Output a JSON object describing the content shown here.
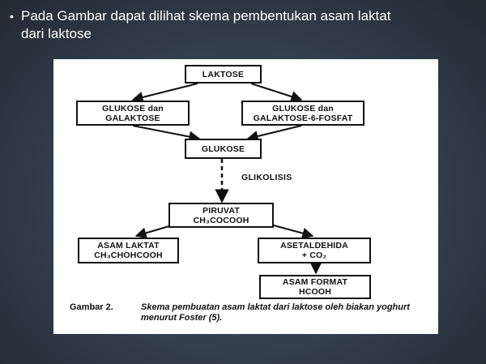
{
  "slide": {
    "bullet": "•",
    "text_line1": "Pada Gambar dapat dilihat skema pembentukan asam laktat",
    "text_line2": "dari laktose"
  },
  "diagram": {
    "nodes": {
      "laktose": {
        "lines": [
          "LAKTOSE"
        ]
      },
      "glukose_galaktose": {
        "lines": [
          "GLUKOSE dan",
          "GALAKTOSE"
        ]
      },
      "glukose_galaktose_fosfat": {
        "lines": [
          "GLUKOSE dan",
          "GALAKTOSE-6-FOSFAT"
        ]
      },
      "glukose": {
        "lines": [
          "GLUKOSE"
        ]
      },
      "piruvat": {
        "lines": [
          "PIRUVAT",
          "CH₃COCOOH"
        ]
      },
      "asam_laktat": {
        "lines": [
          "ASAM LAKTAT",
          "CH₃CHOHCOOH"
        ]
      },
      "asetaldehida": {
        "lines": [
          "ASETALDEHIDA",
          "+ CO₂"
        ]
      },
      "asam_format": {
        "lines": [
          "ASAM FORMAT",
          "HCOOH"
        ]
      }
    },
    "edge_label": "GLIKOLISIS",
    "caption_label": "Gambar 2.",
    "caption_text": "Skema pembuatan asam laktat dari laktose oleh biakan yoghurt menurut Foster (5)."
  }
}
